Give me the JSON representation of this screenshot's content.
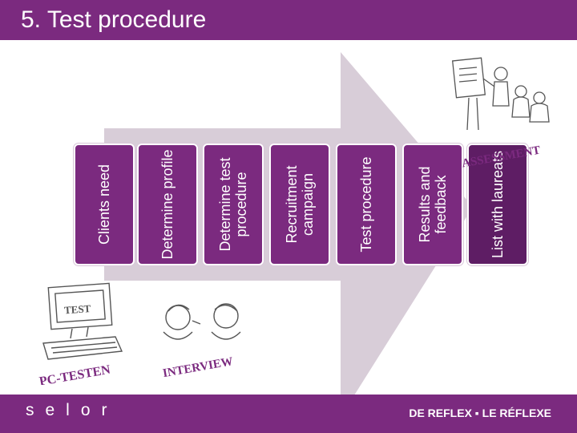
{
  "header": {
    "title": "5. Test procedure"
  },
  "steps": [
    {
      "label": "Clients need"
    },
    {
      "label": "Determine profile"
    },
    {
      "label": "Determine test procedure"
    },
    {
      "label": "Recruitment campaign"
    },
    {
      "label": "Test procedure"
    },
    {
      "label": "Results and feedback"
    },
    {
      "label": "List with laureats"
    }
  ],
  "illustrations": {
    "assessment": "ASSESSMENT",
    "pc_test": "PC-TESTEN",
    "screen_test": "TEST",
    "interview": "INTERVIEW"
  },
  "footer": {
    "logo": "selor",
    "tagline": "DE REFLEX ▪ LE RÉFLEXE"
  },
  "colors": {
    "brand": "#7b2a7f",
    "arrow": "#d8cdd8"
  }
}
